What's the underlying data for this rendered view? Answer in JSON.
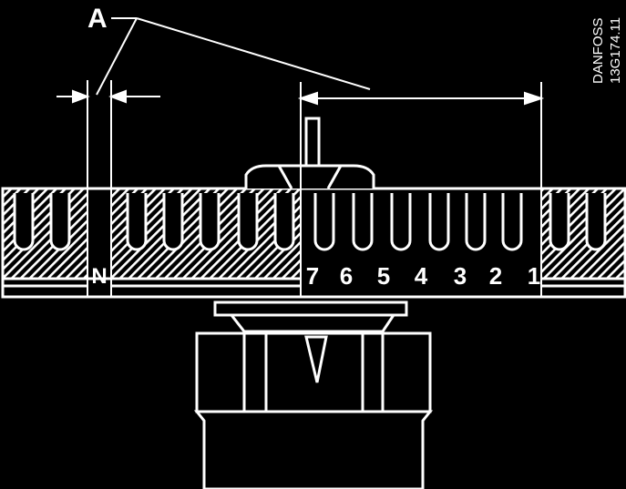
{
  "diagram": {
    "callout_label": "A",
    "neutral_mark": "N",
    "scale_digits": [
      "7",
      "6",
      "5",
      "4",
      "3",
      "2",
      "1"
    ],
    "code_brand": "DANFOSS",
    "code_number": "13G174.11"
  }
}
